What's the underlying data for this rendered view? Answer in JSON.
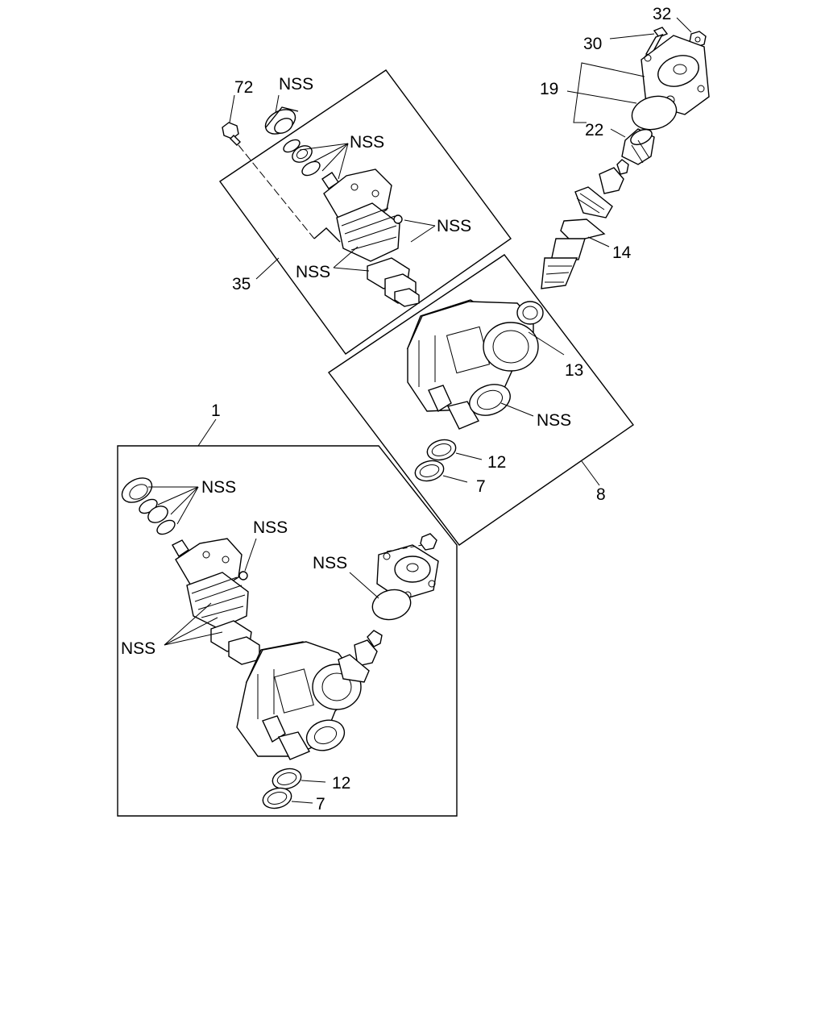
{
  "callouts": {
    "c72": "72",
    "c_nss_seal_top": "NSS",
    "c_nss_washers_top": "NSS",
    "c_nss_oring_top": "NSS",
    "c_nss_rings_top": "NSS",
    "c35": "35",
    "c32": "32",
    "c30": "30",
    "c19": "19",
    "c22": "22",
    "c14": "14",
    "c13": "13",
    "c_nss_housing": "NSS",
    "c12_right": "12",
    "c7_right": "7",
    "c8": "8",
    "c1": "1",
    "c_nss_washers_bottom": "NSS",
    "c_nss_oring_bottom": "NSS",
    "c_nss_cover_bottom": "NSS",
    "c_nss_rings_bottom": "NSS",
    "c12_bottom": "12",
    "c7_bottom": "7"
  },
  "colors": {
    "line": "#000000",
    "background": "#ffffff"
  }
}
